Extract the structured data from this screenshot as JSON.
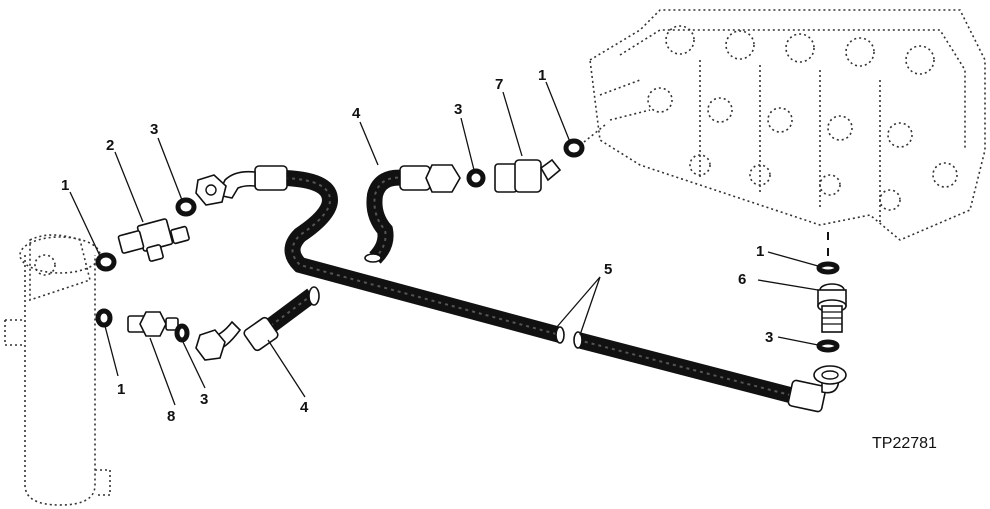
{
  "figure_id": "TP22781",
  "callouts": [
    "1",
    "2",
    "3",
    "4",
    "3",
    "7",
    "1",
    "1",
    "8",
    "3",
    "4",
    "5",
    "1",
    "6",
    "3"
  ]
}
